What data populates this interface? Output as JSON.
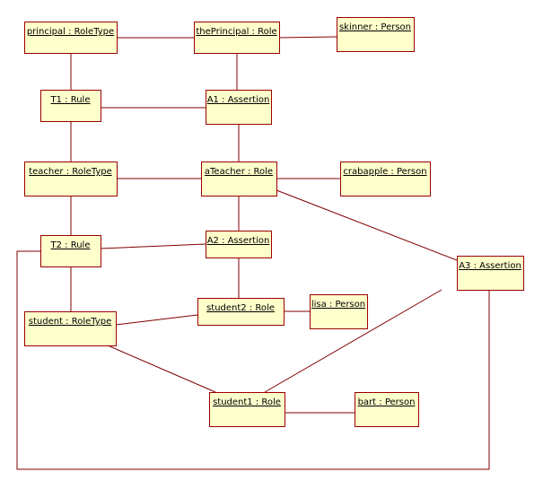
{
  "nodes": [
    {
      "id": "principal",
      "label": "principal : RoleType"
    },
    {
      "id": "thePrincipal",
      "label": "thePrincipal : Role"
    },
    {
      "id": "skinner",
      "label": "skinner : Person"
    },
    {
      "id": "T1",
      "label": "T1 : Rule"
    },
    {
      "id": "A1",
      "label": "A1 : Assertion"
    },
    {
      "id": "teacher",
      "label": "teacher : RoleType"
    },
    {
      "id": "aTeacher",
      "label": "aTeacher : Role"
    },
    {
      "id": "crabapple",
      "label": "crabapple : Person"
    },
    {
      "id": "T2",
      "label": "T2 : Rule"
    },
    {
      "id": "A2",
      "label": "A2 : Assertion"
    },
    {
      "id": "A3",
      "label": "A3 : Assertion"
    },
    {
      "id": "student",
      "label": "student : RoleType"
    },
    {
      "id": "student2",
      "label": "student2 : Role"
    },
    {
      "id": "lisa",
      "label": "lisa : Person"
    },
    {
      "id": "student1",
      "label": "student1 : Role"
    },
    {
      "id": "bart",
      "label": "bart : Person"
    }
  ],
  "connections": [
    {
      "from": "principal",
      "to": "thePrincipal"
    },
    {
      "from": "thePrincipal",
      "to": "skinner"
    },
    {
      "from": "principal",
      "to": "T1"
    },
    {
      "from": "thePrincipal",
      "to": "A1"
    },
    {
      "from": "T1",
      "to": "A1"
    },
    {
      "from": "T1",
      "to": "teacher"
    },
    {
      "from": "A1",
      "to": "aTeacher"
    },
    {
      "from": "teacher",
      "to": "aTeacher"
    },
    {
      "from": "aTeacher",
      "to": "crabapple"
    },
    {
      "from": "aTeacher",
      "to": "A3"
    },
    {
      "from": "teacher",
      "to": "T2"
    },
    {
      "from": "aTeacher",
      "to": "A2"
    },
    {
      "from": "T2",
      "to": "A2"
    },
    {
      "from": "A2",
      "to": "student2"
    },
    {
      "from": "T2",
      "to": "student"
    },
    {
      "from": "student",
      "to": "student2"
    },
    {
      "from": "student2",
      "to": "lisa"
    },
    {
      "from": "student",
      "to": "student1"
    },
    {
      "from": "A3",
      "to": "student1"
    },
    {
      "from": "student1",
      "to": "bart"
    },
    {
      "from": "T2",
      "to": "A3"
    }
  ]
}
